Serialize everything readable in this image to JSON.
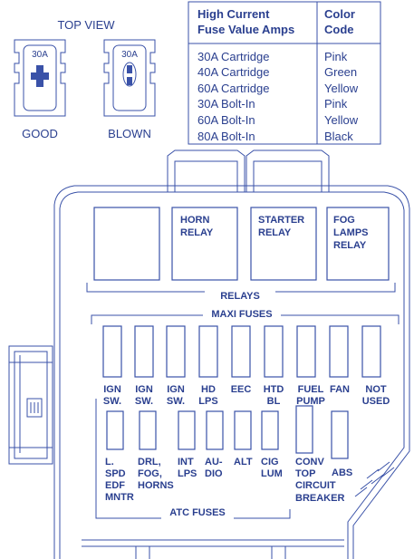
{
  "top_view": {
    "title": "TOP VIEW",
    "fuse_rating": "30A",
    "good_label": "GOOD",
    "blown_label": "BLOWN"
  },
  "table": {
    "header_left_1": "High Current",
    "header_left_2": "Fuse Value Amps",
    "header_right_1": "Color",
    "header_right_2": "Code",
    "rows": [
      {
        "value": "30A Cartridge",
        "color": "Pink"
      },
      {
        "value": "40A Cartridge",
        "color": "Green"
      },
      {
        "value": "60A Cartridge",
        "color": "Yellow"
      },
      {
        "value": "30A Bolt-In",
        "color": "Pink"
      },
      {
        "value": "60A Bolt-In",
        "color": "Yellow"
      },
      {
        "value": "80A Bolt-In",
        "color": "Black"
      }
    ]
  },
  "relays": {
    "section_label": "RELAYS",
    "horn": [
      "HORN",
      "RELAY"
    ],
    "starter": [
      "STARTER",
      "RELAY"
    ],
    "fog": [
      "FOG",
      "LAMPS",
      "RELAY"
    ]
  },
  "maxi_fuses": {
    "section_label": "MAXI FUSES",
    "labels": [
      [
        "IGN",
        "SW."
      ],
      [
        "IGN",
        "SW."
      ],
      [
        "IGN",
        "SW."
      ],
      [
        "HD",
        "LPS"
      ],
      [
        "EEC"
      ],
      [
        "HTD",
        "BL"
      ],
      [
        "FUEL",
        "PUMP"
      ],
      [
        "FAN"
      ],
      [
        "NOT",
        "USED"
      ]
    ]
  },
  "atc_fuses": {
    "section_label": "ATC FUSES",
    "labels": [
      [
        "L.",
        "SPD",
        "EDF",
        "MNTR"
      ],
      [
        "DRL,",
        "FOG,",
        "HORNS"
      ],
      [
        "INT",
        "LPS"
      ],
      [
        "AU-",
        "DIO"
      ],
      [
        "ALT"
      ],
      [
        "CIG",
        "LUM"
      ],
      [
        "CONV",
        "TOP",
        "CIRCUIT",
        "BREAKER"
      ],
      [
        "ABS"
      ]
    ]
  },
  "colors": {
    "line": "#3a52a8",
    "text": "#2a3f8f",
    "background": "#ffffff"
  }
}
